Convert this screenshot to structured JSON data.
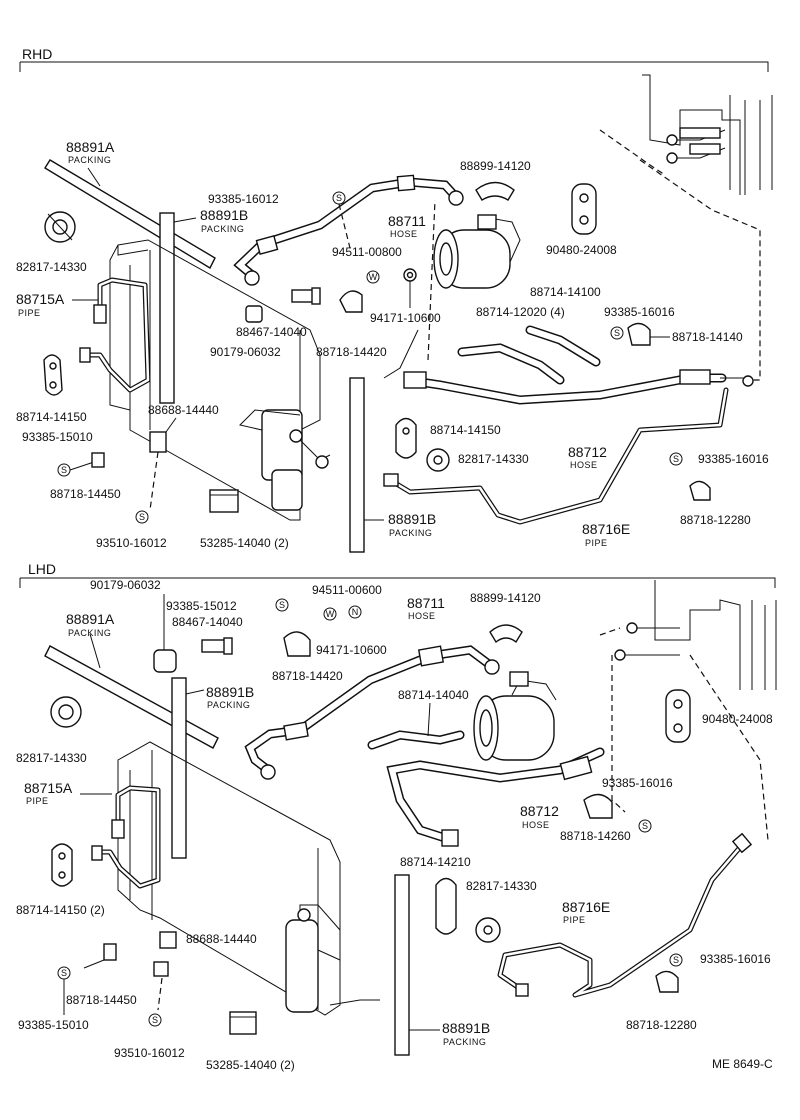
{
  "sections": {
    "rhd": "RHD",
    "lhd": "LHD"
  },
  "rhd": {
    "p88891A": {
      "num": "88891A",
      "name": "PACKING"
    },
    "p88891B_top": {
      "num": "88891B",
      "name": "PACKING"
    },
    "p82817": "82817-14330",
    "p88715A": {
      "num": "88715A",
      "name": "PIPE"
    },
    "p88714_14150_left": "88714-14150",
    "p93385_15010": "93385-15010",
    "p88718_14450": "88718-14450",
    "p88688": "88688-14440",
    "p93510": "93510-16012",
    "p53285": "53285-14040 (2)",
    "p88891B_bot": {
      "num": "88891B",
      "name": "PACKING"
    },
    "p93385_16012": "93385-16012",
    "p88711": {
      "num": "88711",
      "name": "HOSE"
    },
    "p94511": "94511-00800",
    "p94171": "94171-10600",
    "p88467": "88467-14040",
    "p90179": "90179-06032",
    "p88718_14420": "88718-14420",
    "p88899": "88899-14120",
    "p90480": "90480-24008",
    "p88714_14100": "88714-14100",
    "p88714_12020": "88714-12020 (4)",
    "p93385_16016_a": "93385-16016",
    "p88718_14140": "88718-14140",
    "p88714_14150_mid": "88714-14150",
    "p82817_mid": "82817-14330",
    "p88712": {
      "num": "88712",
      "name": "HOSE"
    },
    "p93385_16016_b": "93385-16016",
    "p88718_12280": "88718-12280",
    "p88716E": {
      "num": "88716E",
      "name": "PIPE"
    }
  },
  "lhd": {
    "p90179": "90179-06032",
    "p93385_15012": "93385-15012",
    "p88467": "88467-14040",
    "p88718_14420": "88718-14420",
    "p94511": "94511-00600",
    "p94171": "94171-10600",
    "p88711": {
      "num": "88711",
      "name": "HOSE"
    },
    "p88899": "88899-14120",
    "p88891A": {
      "num": "88891A",
      "name": "PACKING"
    },
    "p88891B_top": {
      "num": "88891B",
      "name": "PACKING"
    },
    "p82817_left": "82817-14330",
    "p88715A": {
      "num": "88715A",
      "name": "PIPE"
    },
    "p88714_14150": "88714-14150 (2)",
    "p88718_14450": "88718-14450",
    "p93385_15010": "93385-15010",
    "p88688": "88688-14440",
    "p93510": "93510-16012",
    "p53285": "53285-14040 (2)",
    "p88891B_bot": {
      "num": "88891B",
      "name": "PACKING"
    },
    "p88714_14040": "88714-14040",
    "p90480": "90480-24008",
    "p93385_16016_a": "93385-16016",
    "p88712": {
      "num": "88712",
      "name": "HOSE"
    },
    "p88718_14260": "88718-14260",
    "p88714_14210": "88714-14210",
    "p82817_mid": "82817-14330",
    "p88716E": {
      "num": "88716E",
      "name": "PIPE"
    },
    "p93385_16016_b": "93385-16016",
    "p88718_12280": "88718-12280"
  },
  "symbols": {
    "s": "S",
    "w": "W",
    "n": "N"
  },
  "footer": {
    "code": "ME 8649-C"
  }
}
